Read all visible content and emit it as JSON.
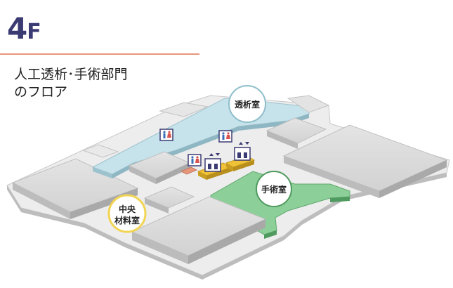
{
  "floor": {
    "number": "4",
    "suffix": "F"
  },
  "subtitle": {
    "line1": "人工透析･手術部門",
    "line2": "のフロア"
  },
  "rooms": {
    "dialysis": {
      "label": "透析室"
    },
    "surgery": {
      "label": "手術室"
    },
    "central_supply": {
      "label_line1": "中央",
      "label_line2": "材料室"
    }
  },
  "colors": {
    "floor_text": "#3b3b73",
    "divider": "#e8967a",
    "dialysis_room": "#c6e2ea",
    "surgery_room": "#8dcf99",
    "central_supply_ring": "#f2d454",
    "elevator": "#f0c238",
    "building_gray": "#d9d9d9"
  },
  "icons": [
    "restroom-icon",
    "elevator-icon"
  ]
}
